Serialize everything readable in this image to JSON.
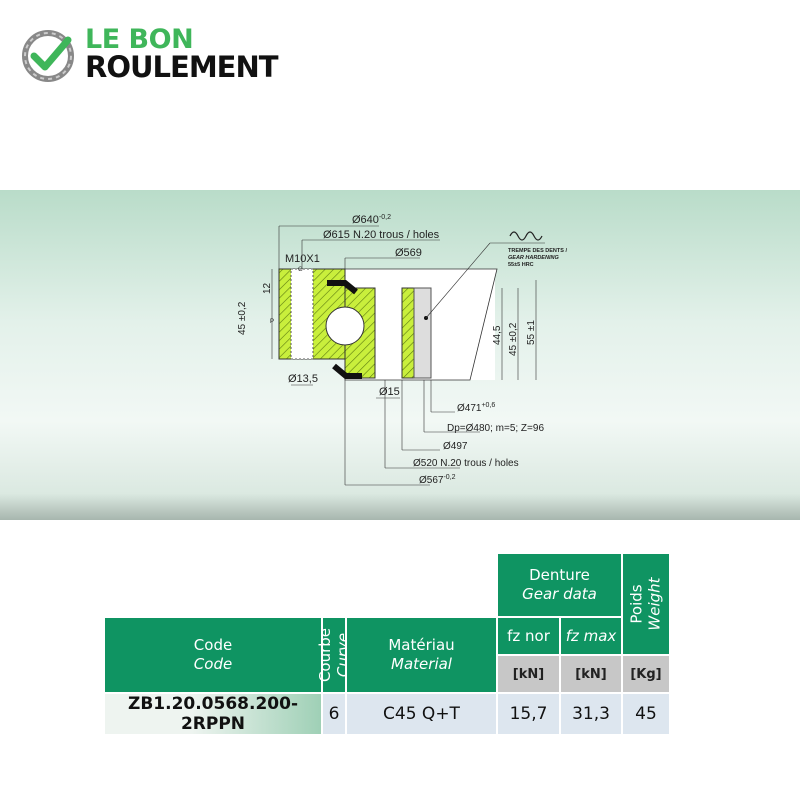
{
  "logo": {
    "line1": "LE BON",
    "line2": "ROULEMENT"
  },
  "drawing": {
    "d640": "Ø640",
    "d640_tol": "-0,2",
    "d615": "Ø615 N.20 trous / holes",
    "d569": "Ø569",
    "m10": "M10X1",
    "g": "G",
    "p": "P",
    "h12": "12",
    "h45l": "45 ±0,2",
    "d135": "Ø13,5",
    "d15": "Ø15",
    "d471": "Ø471",
    "d471_tol": "+0,6",
    "dp": "Dp=Ø480; m=5; Z=96",
    "d497": "Ø497",
    "d520": "Ø520  N.20 trous / holes",
    "d567": "Ø567",
    "d567_tol": "-0,2",
    "h445": "44,5",
    "h45r": "45 ±0,2",
    "h55": "55 ±1",
    "hard1": "TREMPE DES DENTS /",
    "hard2": "GEAR HARDENING",
    "hard3": "55±5 HRC"
  },
  "table": {
    "denture": "Denture",
    "gear_data": "Gear data",
    "poids": "Poids",
    "weight": "Weight",
    "code": "Code",
    "code_en": "Code",
    "courbe": "Courbe",
    "curve": "Curve",
    "materiau": "Matériau",
    "material": "Material",
    "fz_nor": "fz nor",
    "fz_max": "fz max",
    "unit_fz_nor": "[kN]",
    "unit_fz_max": "[kN]",
    "unit_weight": "[Kg]",
    "row": {
      "code": "ZB1.20.0568.200-2RPPN",
      "curve": "6",
      "material": "C45 Q+T",
      "fz_nor": "15,7",
      "fz_max": "31,3",
      "weight": "45"
    }
  }
}
